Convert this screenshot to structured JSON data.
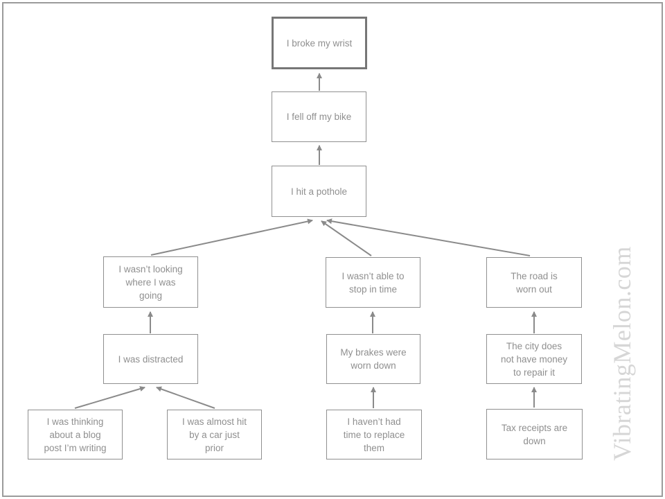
{
  "watermark": {
    "text": "VibratingMelon.com",
    "color": "#d6d6d6"
  },
  "colors": {
    "box_border": "#8f8f8f",
    "root_box_border": "#767676",
    "text": "#8f8f8f",
    "arrow": "#8a8a8a",
    "page_border": "#9b9b9b"
  },
  "diagram_type": "cause-effect tree (root cause analysis), arrows point from cause up to effect",
  "nodes": {
    "broke_wrist": {
      "label": "I broke my wrist",
      "role": "top effect"
    },
    "fell_off_bike": {
      "label": "I fell off my bike"
    },
    "hit_pothole": {
      "label": "I hit a pothole"
    },
    "not_looking": {
      "label": "I wasn’t looking\nwhere I was\ngoing"
    },
    "distracted": {
      "label": "I was distracted"
    },
    "blog_post": {
      "label": "I was thinking\nabout a blog\npost I’m writing"
    },
    "almost_hit": {
      "label": "I was almost hit\nby a car just\nprior"
    },
    "cant_stop": {
      "label": "I wasn’t able to\nstop in time"
    },
    "brakes_worn": {
      "label": "My brakes were\nworn down"
    },
    "no_time": {
      "label": "I haven’t had\ntime to replace\nthem"
    },
    "road_worn": {
      "label": "The road is\nworn out"
    },
    "city_no_money": {
      "label": "The city does\nnot have money\nto repair it"
    },
    "tax_down": {
      "label": "Tax receipts are\ndown"
    }
  },
  "edges": [
    {
      "from": "fell_off_bike",
      "to": "broke_wrist"
    },
    {
      "from": "hit_pothole",
      "to": "fell_off_bike"
    },
    {
      "from": "not_looking",
      "to": "hit_pothole"
    },
    {
      "from": "cant_stop",
      "to": "hit_pothole"
    },
    {
      "from": "road_worn",
      "to": "hit_pothole"
    },
    {
      "from": "distracted",
      "to": "not_looking"
    },
    {
      "from": "blog_post",
      "to": "distracted"
    },
    {
      "from": "almost_hit",
      "to": "distracted"
    },
    {
      "from": "brakes_worn",
      "to": "cant_stop"
    },
    {
      "from": "no_time",
      "to": "brakes_worn"
    },
    {
      "from": "city_no_money",
      "to": "road_worn"
    },
    {
      "from": "tax_down",
      "to": "city_no_money"
    }
  ]
}
